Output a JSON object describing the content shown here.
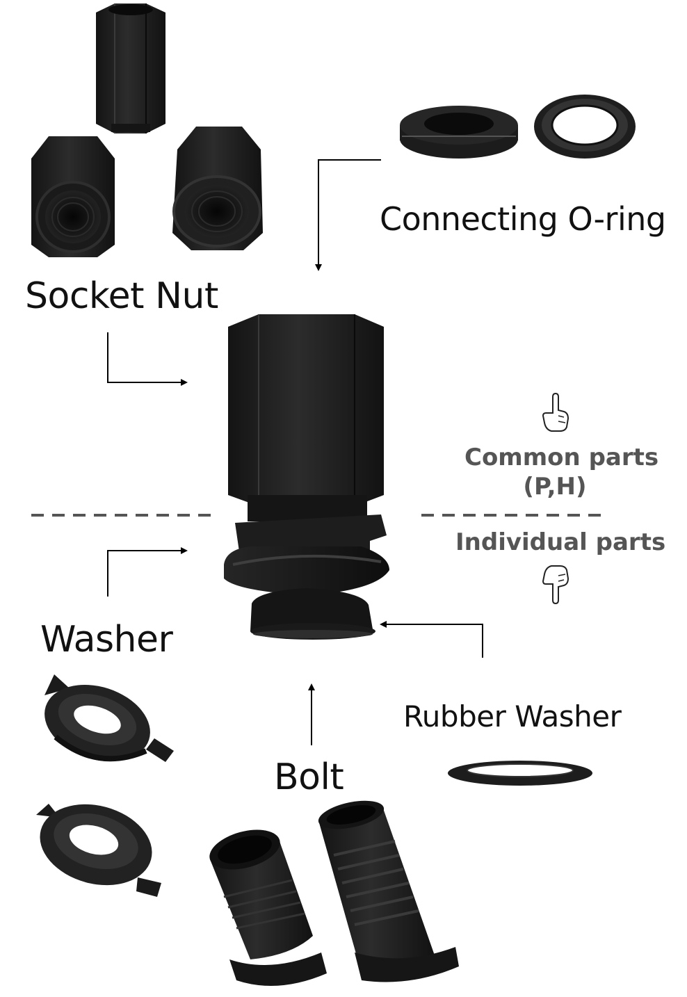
{
  "labels": {
    "socket_nut": "Socket Nut",
    "connecting_o_ring": "Connecting O-ring",
    "washer": "Washer",
    "rubber_washer": "Rubber Washer",
    "bolt": "Bolt",
    "common_parts": "Common parts",
    "common_parts_types": "(P,H)",
    "individual_parts": "Individual parts"
  },
  "colors": {
    "part": "#1b1b1b",
    "label": "#111111",
    "section_label": "#555555",
    "divider": "#555555"
  },
  "icons": [
    "hand-pointing-up-icon",
    "hand-pointing-down-icon"
  ]
}
